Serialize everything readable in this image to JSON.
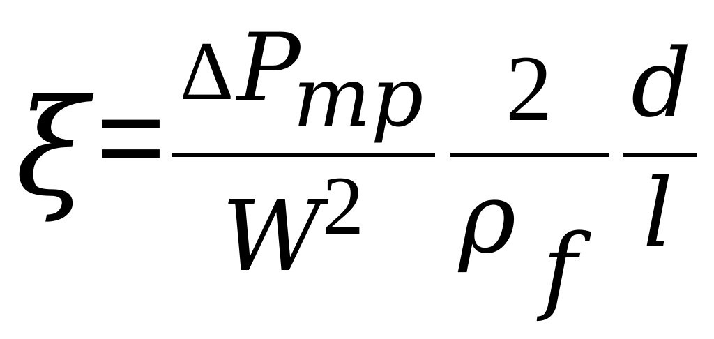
{
  "formula": {
    "lhs": "ξ",
    "equals": "=",
    "fraction_1": {
      "numerator": {
        "delta": "Δ",
        "symbol": "P",
        "subscript": "mp"
      },
      "denominator": {
        "symbol": "W",
        "superscript": "2"
      }
    },
    "fraction_2": {
      "numerator": "2",
      "denominator": {
        "symbol": "ρ",
        "subscript": "f"
      }
    },
    "fraction_3": {
      "numerator": "d",
      "denominator": "l"
    }
  }
}
